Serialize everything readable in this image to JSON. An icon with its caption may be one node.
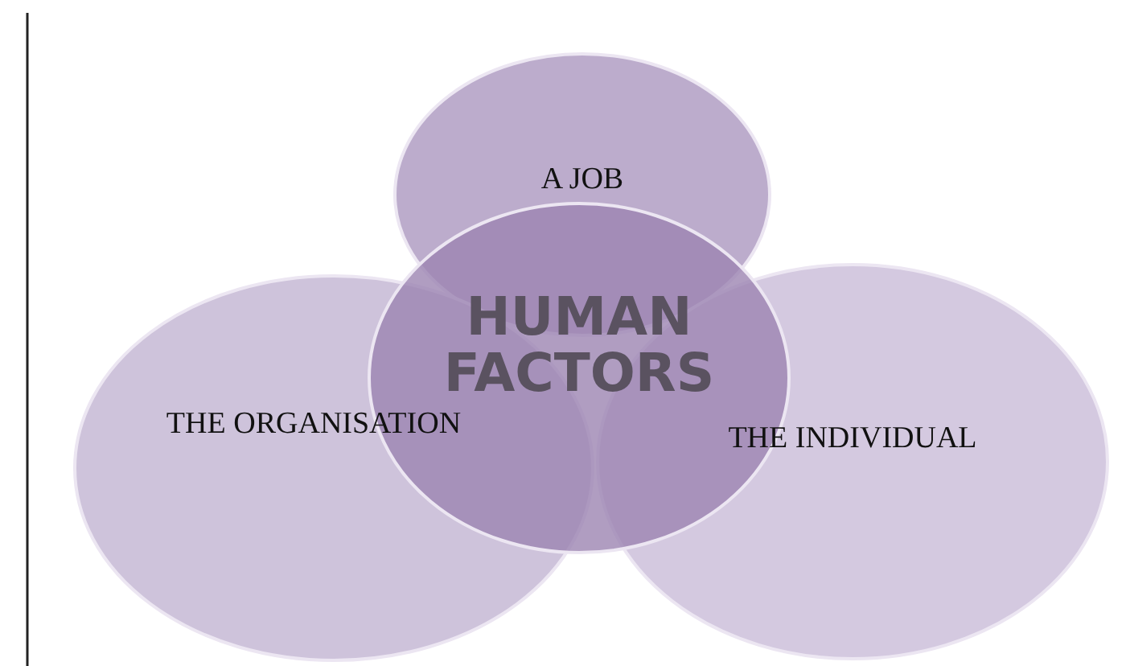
{
  "diagram": {
    "nodes": [
      {
        "text": [
          "A JOB"
        ]
      },
      {
        "text": [
          "HUMAN FACTORS"
        ]
      },
      {
        "text": [
          "THE ORGANISATION"
        ]
      },
      {
        "text": [
          "THE INDIVIDUAL"
        ]
      }
    ]
  }
}
